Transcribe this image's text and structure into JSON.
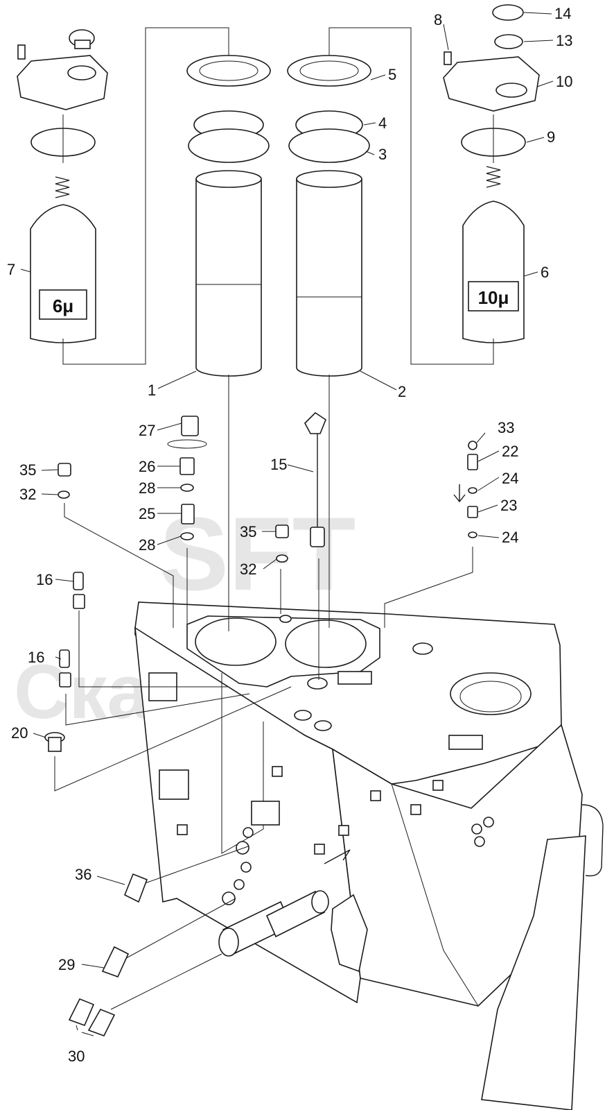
{
  "watermark": {
    "logo": "SFT",
    "text": "СкандФорТек"
  },
  "filters": {
    "left_rating": "6μ",
    "right_rating": "10μ"
  },
  "callouts": [
    "1",
    "2",
    "3",
    "4",
    "5",
    "6",
    "7",
    "8",
    "9",
    "10",
    "13",
    "14",
    "15",
    "16",
    "16",
    "20",
    "22",
    "23",
    "24",
    "24",
    "25",
    "26",
    "27",
    "28",
    "28",
    "29",
    "30",
    "32",
    "32",
    "33",
    "35",
    "35",
    "36"
  ],
  "colors": {
    "line": "#1a1a1a",
    "watermark": "#e6e6e6",
    "background": "#ffffff"
  }
}
